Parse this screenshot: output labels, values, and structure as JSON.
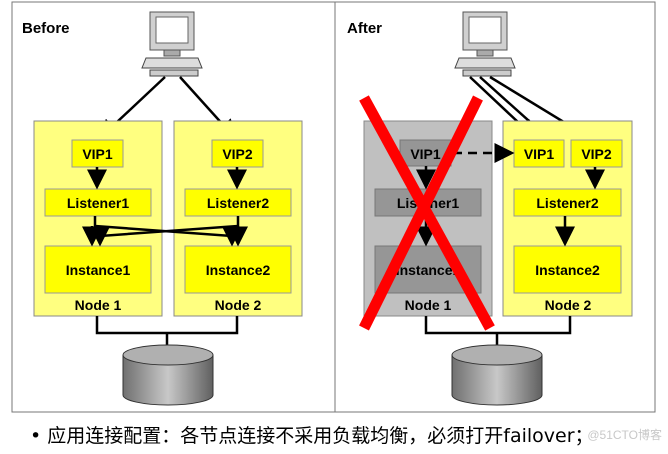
{
  "panels": {
    "before": "Before",
    "after": "After"
  },
  "before": {
    "vip1": "VIP1",
    "vip2": "VIP2",
    "listener1": "Listener1",
    "listener2": "Listener2",
    "instance1": "Instance1",
    "instance2": "Instance2",
    "node1": "Node 1",
    "node2": "Node 2"
  },
  "after": {
    "vip1_failed": "VIP1",
    "listener1": "Listener1",
    "instance1": "Instance1",
    "node1": "Node 1",
    "vip1": "VIP1",
    "vip2": "VIP2",
    "listener2": "Listener2",
    "instance2": "Instance2",
    "node2": "Node 2"
  },
  "caption": "应用连接配置：各节点连接不采用负载均衡，必须打开failover；",
  "watermark": "@51CTO博客",
  "colors": {
    "yellow_node": "#ffff80",
    "yellow_box": "#ffff00",
    "gray_node": "#c0c0c0",
    "gray_box": "#969696",
    "cross": "#ff0000"
  }
}
